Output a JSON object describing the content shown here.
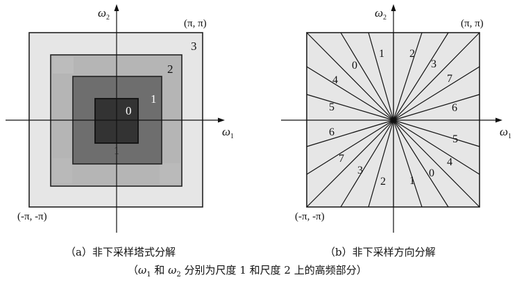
{
  "left_panel": {
    "axis_x_label": "ω",
    "axis_x_sub": "1",
    "axis_y_label": "ω",
    "axis_y_sub": "2",
    "corner_top_right": "(π, π)",
    "corner_bottom_left": "(-π, -π)",
    "levels": [
      "0",
      "1",
      "2",
      "3"
    ],
    "extra_marks": [
      "1"
    ],
    "colors": [
      "#333333",
      "#6e6e6e",
      "#b5b5b5",
      "#e6e6e6"
    ],
    "caption": "（a）非下采样塔式分解"
  },
  "right_panel": {
    "axis_x_label": "ω",
    "axis_x_sub": "1",
    "axis_y_label": "ω",
    "axis_y_sub": "2",
    "corner_top_right": "(π, π)",
    "corner_bottom_left": "(-π, -π)",
    "fill_color": "#e6e6e6",
    "wedge_labels": [
      "0",
      "1",
      "2",
      "3",
      "7",
      "6",
      "5",
      "4",
      "0",
      "1",
      "2",
      "3",
      "7",
      "6",
      "5",
      "4"
    ],
    "caption": "（b）非下采样方向分解"
  },
  "bottom_caption": {
    "open": "（",
    "w1": "ω",
    "w1_sub": "1",
    "and": " 和 ",
    "w2": "ω",
    "w2_sub": "2",
    "rest": " 分别为尺度 1 和尺度 2 上的高频部分）"
  }
}
